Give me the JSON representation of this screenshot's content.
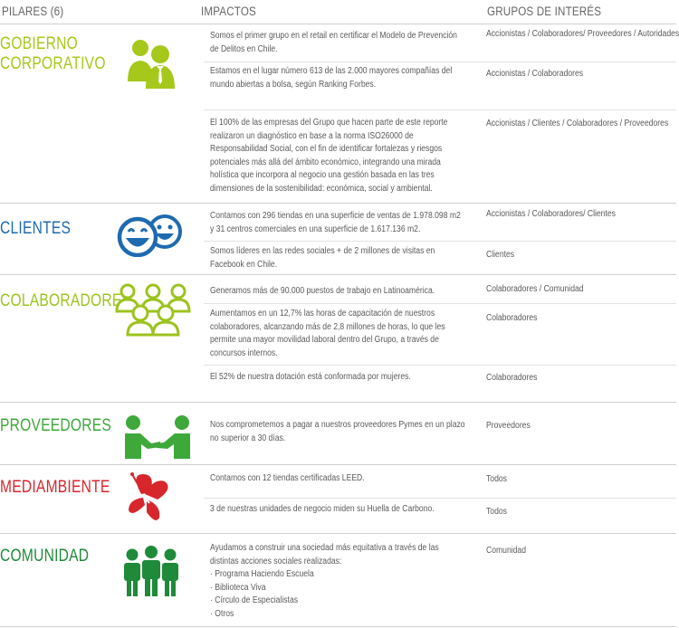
{
  "header": {
    "col_pilares": "PILARES (6)",
    "col_impactos": "IMPACTOS",
    "col_grupos": "GRUPOS DE INTERÉS"
  },
  "colors": {
    "gobierno": "#a5c81a",
    "clientes": "#1e6ab0",
    "colaboradores": "#9cc31e",
    "proveedores": "#3ea83a",
    "mediambiente": "#d7262c",
    "comunidad": "#1f8a3a"
  },
  "pillars": [
    {
      "name_line1": "GOBIERNO",
      "name_line2": "CORPORATIVO",
      "icon": "business-people-icon",
      "impacts": [
        {
          "text": "Somos el primer grupo en el retail en certificar el Modelo de Prevención de Delitos en Chile.",
          "groups": "Accionistas / Colaboradores/ Proveedores / Autoridades"
        },
        {
          "text": "Estamos en el lugar número 613 de las 2.000 mayores compañías del mundo abiertas a bolsa, según Ranking Forbes.",
          "groups": "Accionistas / Colaboradores"
        },
        {
          "text": "El 100% de las empresas del Grupo que hacen parte de este reporte realizaron un diagnóstico en base a la norma ISO26000 de Responsabilidad Social, con el fin de identificar fortalezas y riesgos potenciales más allá del ámbito económico, integrando una mirada holística que incorpora al negocio una gestión basada en las tres dimensiones de la sostenibilidad: económica, social y ambiental.",
          "groups": "Accionistas / Clientes / Colaboradores / Proveedores"
        }
      ]
    },
    {
      "name_line1": "CLIENTES",
      "icon": "smiley-faces-icon",
      "impacts": [
        {
          "text": "Contamos con 296 tiendas en una superficie de ventas de 1.978.098 m2 y 31 centros comerciales en una superficie de 1.617.136 m2.",
          "groups": "Accionistas / Colaboradores/ Clientes"
        },
        {
          "text": "Somos líderes en las redes sociales + de 2 millones de visitas en Facebook en Chile.",
          "groups": "Clientes"
        }
      ]
    },
    {
      "name_line1": "COLABORADORES",
      "icon": "people-group-icon",
      "impacts": [
        {
          "text": "Generamos más de 90.000 puestos de trabajo en Latinoamérica.",
          "groups": "Colaboradores / Comunidad"
        },
        {
          "text": "Aumentamos en un 12,7% las horas de capacitación de nuestros colaboradores, alcanzando más de 2,8 millones de horas, lo que les permite una mayor movilidad laboral dentro del Grupo, a través de concursos internos.",
          "groups": "Colaboradores"
        },
        {
          "text": "El 52% de nuestra dotación está conformada por mujeres.",
          "groups": "Colaboradores"
        }
      ]
    },
    {
      "name_line1": "PROVEEDORES",
      "icon": "handshake-icon",
      "impacts": [
        {
          "text": "Nos comprometemos a pagar a nuestros proveedores Pymes en un plazo no superior a 30 días.",
          "groups": "Proveedores"
        }
      ]
    },
    {
      "name_line1": "MEDIAMBIENTE",
      "icon": "butterfly-icon",
      "impacts": [
        {
          "text": "Contamos con 12 tiendas certificadas LEED.",
          "groups": "Todos"
        },
        {
          "text": "3 de nuestras unidades de negocio miden su Huella de Carbono.",
          "groups": "Todos"
        }
      ]
    },
    {
      "name_line1": "COMUNIDAD",
      "icon": "community-people-icon",
      "impacts": [
        {
          "text": "Ayudamos a construir una sociedad más equitativa a través de las distintas acciones sociales realizadas:",
          "list": [
            "· Programa Haciendo Escuela",
            "· Biblioteca Viva",
            "· Círculo de Especialistas",
            "· Otros"
          ],
          "groups": "Comunidad"
        }
      ]
    }
  ]
}
